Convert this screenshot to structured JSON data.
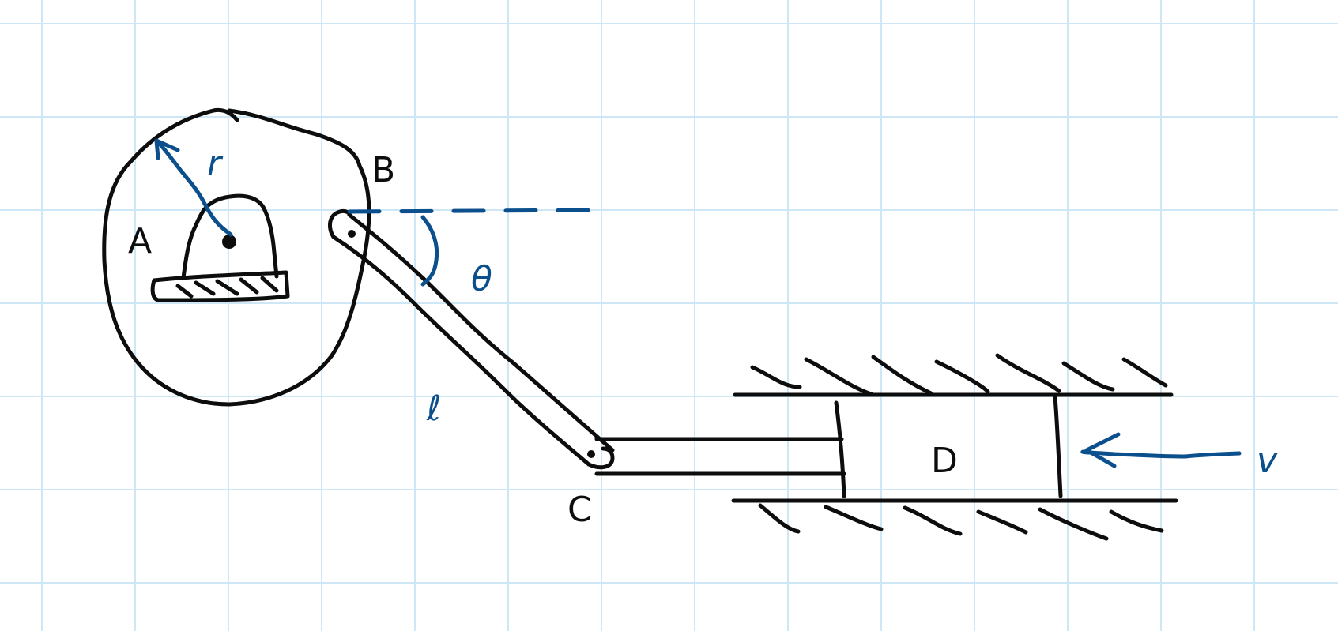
{
  "colors": {
    "background": "#ffffff",
    "grid": "#cde7f7",
    "ink": "#0d0d0d",
    "annotation": "#0b4f8c"
  },
  "labels": {
    "point_a": "A",
    "point_b": "B",
    "point_c": "C",
    "point_d": "D",
    "radius": "r",
    "angle": "θ",
    "length": "ℓ",
    "velocity": "v"
  }
}
